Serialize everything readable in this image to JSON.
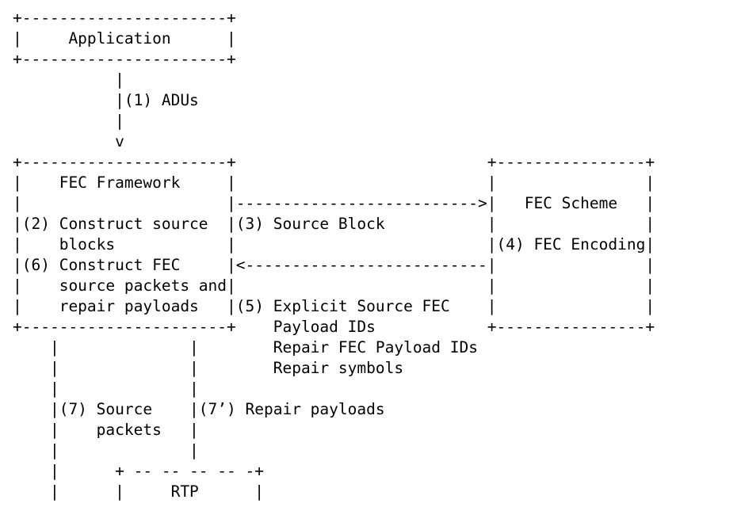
{
  "diagram": {
    "lines": [
      "+----------------------+",
      "|     Application      |",
      "+----------------------+",
      "           |",
      "           |(1) ADUs",
      "           |",
      "           v",
      "+----------------------+                           +----------------+",
      "|    FEC Framework     |                           |                |",
      "|                      |-------------------------->|   FEC Scheme   |",
      "|(2) Construct source  |(3) Source Block           |                |",
      "|    blocks            |                           |(4) FEC Encoding|",
      "|(6) Construct FEC     |<--------------------------|                |",
      "|    source packets and|                           |                |",
      "|    repair payloads   |(5) Explicit Source FEC    |                |",
      "+----------------------+    Payload IDs            +----------------+",
      "    |              |        Repair FEC Payload IDs",
      "    |              |        Repair symbols",
      "    |              |",
      "    |(7) Source    |(7’) Repair payloads",
      "    |    packets   |",
      "    |              |",
      "    |      + -- -- -- -- -+",
      "    |      |     RTP      |"
    ]
  }
}
